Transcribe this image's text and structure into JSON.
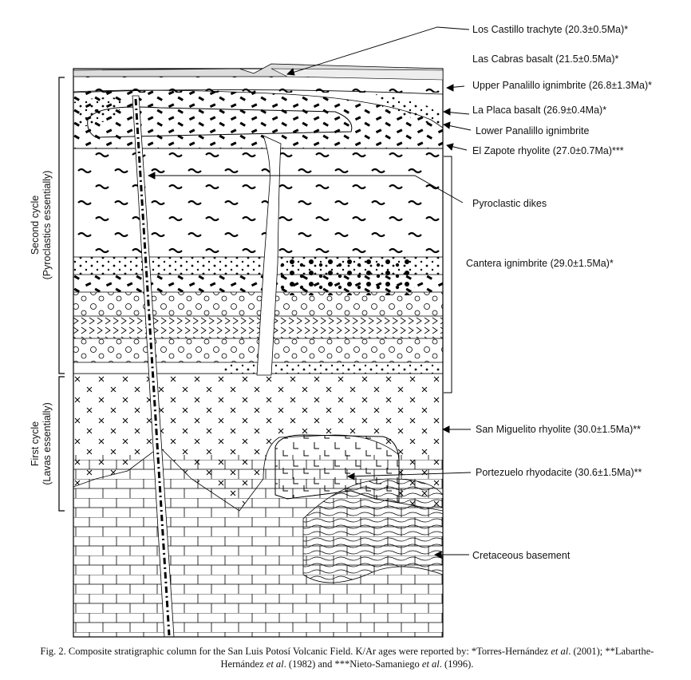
{
  "labels": {
    "los_castillo": "Los Castillo trachyte (20.3±0.5Ma)*",
    "las_cabras": "Las Cabras basalt (21.5±0.5Ma)*",
    "upper_panalillo": "Upper Panalillo ignimbrite (26.8±1.3Ma)*",
    "la_placa": "La Placa basalt (26.9±0.4Ma)*",
    "lower_panalillo": "Lower Panalillo ignimbrite",
    "el_zapote": "El Zapote rhyolite (27.0±0.7Ma)***",
    "pyroclastic_dikes": "Pyroclastic dikes",
    "cantera": "Cantera ignimbrite (29.0±1.5Ma)*",
    "san_miguelito": "San Miguelito rhyolite (30.0±1.5Ma)**",
    "portezuelo": "Portezuelo rhyodacite (30.6±1.5Ma)**",
    "cretaceous": "Cretaceous basement"
  },
  "cycles": {
    "second_line1": "Second cycle",
    "second_line2": "(Pyroclastics essentially)",
    "first_line1": "First cycle",
    "first_line2": "(Lavas essentially)"
  },
  "caption": {
    "p1": "Fig. 2. Composite stratigraphic column for the San Luis Potosí Volcanic Field. K/Ar ages were reported by: *Torres-Hernández ",
    "etal1": "et al",
    "p2": ". (2001); **Labarthe-Hernández ",
    "etal2": "et al",
    "p3": ". (1982) and ***Nieto-Samaniego ",
    "etal3": "et al",
    "p4": ". (1996)."
  }
}
